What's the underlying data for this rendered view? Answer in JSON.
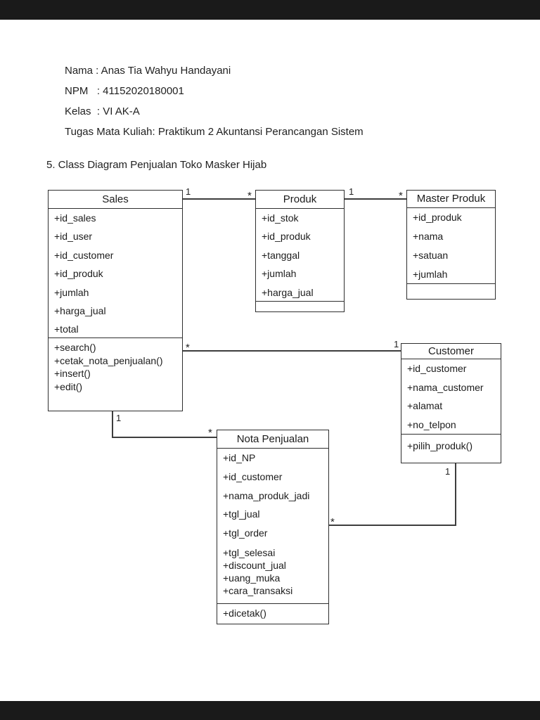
{
  "page": {
    "background": "#ffffff",
    "letterbox_color": "#1a1a1a"
  },
  "header": {
    "lines": [
      "Nama : Anas Tia Wahyu Handayani",
      "NPM   : 41152020180001",
      "Kelas  : VI AK-A",
      "Tugas Mata Kuliah: Praktikum 2 Akuntansi Perancangan Sistem"
    ]
  },
  "section_title": "5. Class Diagram Penjualan Toko Masker Hijab",
  "diagram": {
    "classes": {
      "sales": {
        "title": "Sales",
        "attributes": [
          "+id_sales",
          "+id_user",
          "+id_customer",
          "+id_produk",
          "+jumlah",
          "+harga_jual",
          "+total"
        ],
        "methods": [
          "+search()",
          "+cetak_nota_penjualan()",
          "+insert()",
          "+edit()"
        ]
      },
      "produk": {
        "title": "Produk",
        "attributes": [
          "+id_stok",
          "+id_produk",
          "+tanggal",
          "+jumlah",
          "+harga_jual"
        ],
        "methods": []
      },
      "master_produk": {
        "title": "Master Produk",
        "attributes": [
          "+id_produk",
          "+nama",
          "+satuan",
          "+jumlah"
        ],
        "methods": []
      },
      "customer": {
        "title": "Customer",
        "attributes": [
          "+id_customer",
          "+nama_customer",
          "+alamat",
          "+no_telpon"
        ],
        "methods": [
          "+pilih_produk()"
        ]
      },
      "nota_penjualan": {
        "title": "Nota Penjualan",
        "attributes_wide": [
          "+id_NP",
          "+id_customer",
          "+nama_produk_jadi",
          "+tgl_jual",
          "+tgl_order"
        ],
        "attributes_tight": [
          "+tgl_selesai",
          "+discount_jual",
          "+uang_muka",
          "+cara_transaksi"
        ],
        "methods": [
          "+dicetak()"
        ]
      }
    },
    "relations": [
      {
        "from": "Sales",
        "to": "Produk",
        "from_card": "1",
        "to_card": "*"
      },
      {
        "from": "Produk",
        "to": "Master Produk",
        "from_card": "1",
        "to_card": "*"
      },
      {
        "from": "Sales",
        "to": "Customer",
        "from_card": "*",
        "to_card": "1"
      },
      {
        "from": "Sales",
        "to": "Nota Penjualan",
        "from_card": "1",
        "to_card": "*"
      },
      {
        "from": "Customer",
        "to": "Nota Penjualan",
        "from_card": "1",
        "to_card": "*"
      }
    ]
  }
}
